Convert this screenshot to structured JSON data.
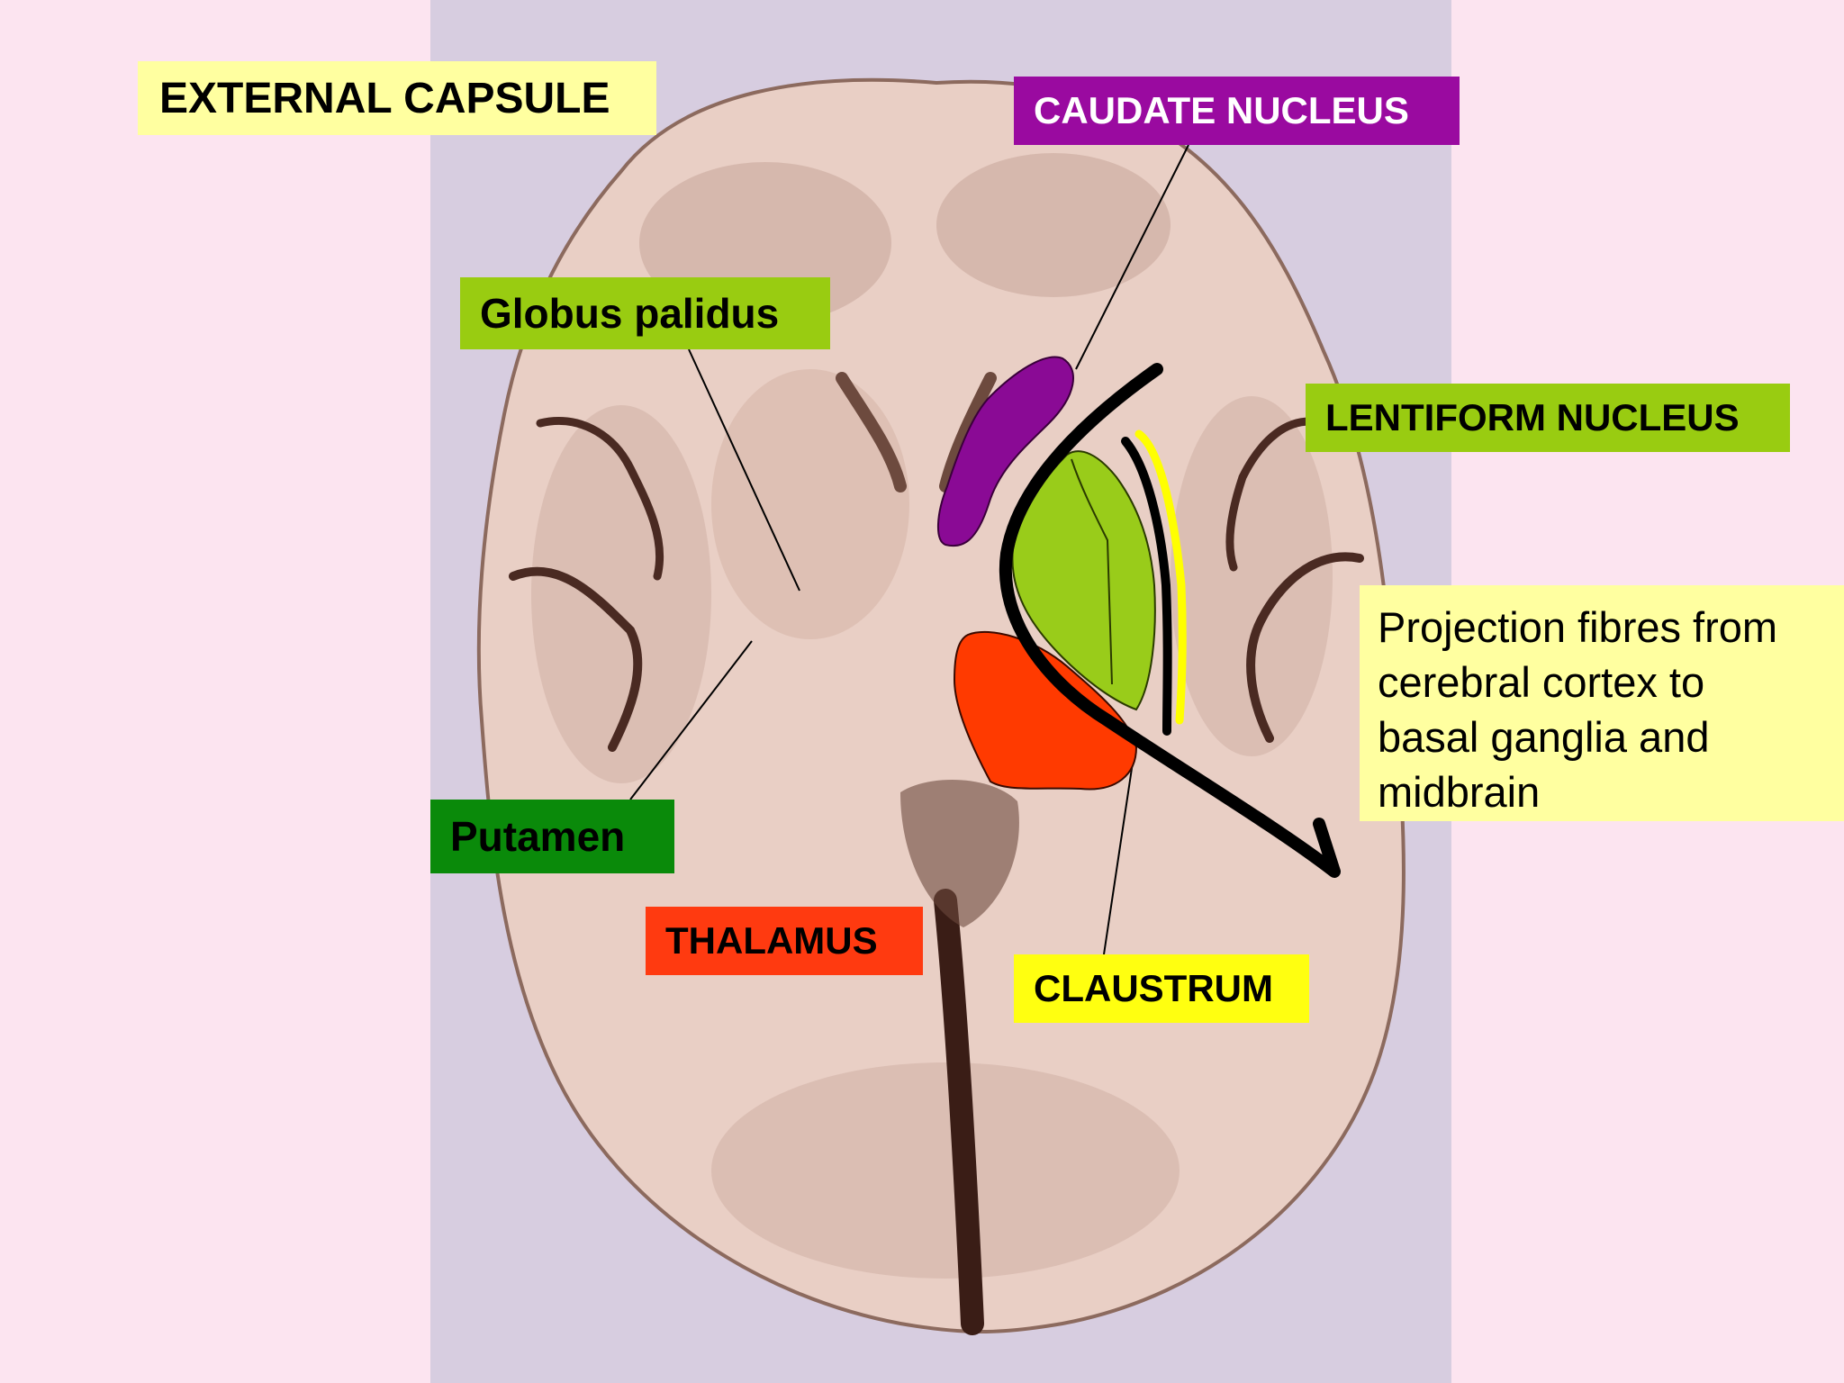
{
  "labels": {
    "external_capsule": "EXTERNAL CAPSULE",
    "caudate_nucleus": "CAUDATE NUCLEUS",
    "globus_palidus": "Globus palidus",
    "lentiform_nucleus": "LENTIFORM NUCLEUS",
    "projection_fibres": [
      "Projection fibres from",
      "cerebral cortex to",
      "basal ganglia and",
      "midbrain"
    ],
    "putamen": "Putamen",
    "thalamus": "THALAMUS",
    "claustrum": "CLAUSTRUM"
  },
  "colors": {
    "page_background": "#fce4f0",
    "photo_background": "#d7cde0",
    "brain_tissue": "#e9cfc5",
    "gray_matter": "#c9a89d",
    "sulci": "#4a2a22",
    "caudate": "#8a0a95",
    "lentiform": "#99cc1a",
    "thalamus": "#ff3a00",
    "claustrum": "#ffff00",
    "fibre_arrow": "#000000"
  }
}
